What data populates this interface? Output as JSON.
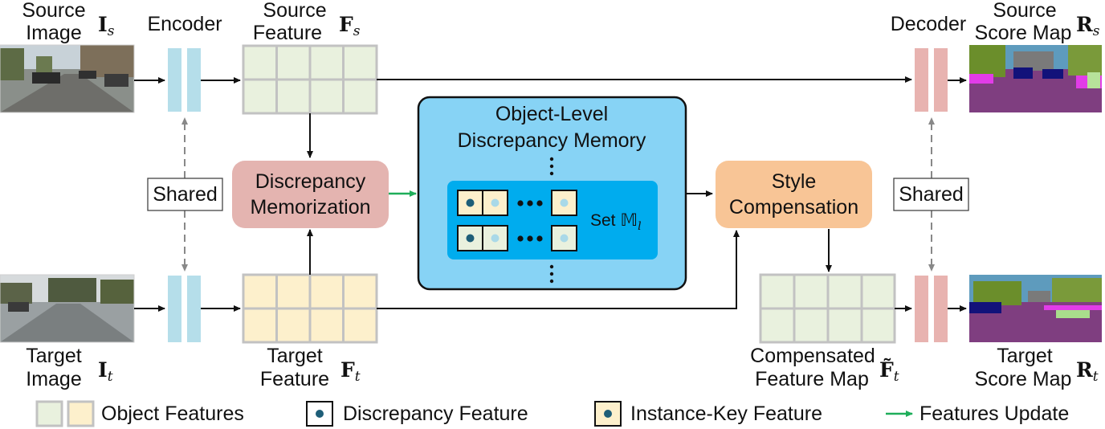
{
  "labels": {
    "source_image_1": "Source",
    "source_image_2": "Image",
    "source_image_sym": "I",
    "source_image_sub": "s",
    "encoder": "Encoder",
    "source_feature_1": "Source",
    "source_feature_2": "Feature",
    "source_feature_sym": "F",
    "source_feature_sub": "s",
    "decoder": "Decoder",
    "source_score_1": "Source",
    "source_score_2": "Score Map",
    "source_score_sym": "R",
    "source_score_sub": "s",
    "shared_left": "Shared",
    "shared_right": "Shared",
    "memorization_1": "Discrepancy",
    "memorization_2": "Memorization",
    "memory_title_1": "Object-Level",
    "memory_title_2": "Discrepancy Memory",
    "set_label": "Set",
    "set_symbol": "𝕄",
    "set_sub": "l",
    "compensation_1": "Style",
    "compensation_2": "Compensation",
    "target_image_1": "Target",
    "target_image_2": "Image",
    "target_image_sym": "I",
    "target_image_sub": "t",
    "target_feature_1": "Target",
    "target_feature_2": "Feature",
    "target_feature_sym": "F",
    "target_feature_sub": "t",
    "compensated_1": "Compensated",
    "compensated_2": "Feature Map",
    "compensated_sym": "F̃",
    "compensated_sub": "t",
    "target_score_1": "Target",
    "target_score_2": "Score Map",
    "target_score_sym": "R",
    "target_score_sub": "t"
  },
  "legend": {
    "object_features": "Object Features",
    "discrepancy_feature": "Discrepancy Feature",
    "instance_key_feature": "Instance-Key Feature",
    "features_update": "Features Update"
  },
  "colors": {
    "source_feature_fill": "#e9f1de",
    "target_feature_fill": "#fdf0cc",
    "grid_stroke": "#c2c2c2",
    "encoder": "#b5deea",
    "decoder": "#e8b3b0",
    "memorization": "#e4b4b0",
    "compensation": "#f8c596",
    "memory_outer": "#87d3f5",
    "memory_inner": "#00acee",
    "dark_dot": "#1e5e78",
    "light_dot": "#a9d9e8",
    "update_arrow": "#1fae5a"
  }
}
